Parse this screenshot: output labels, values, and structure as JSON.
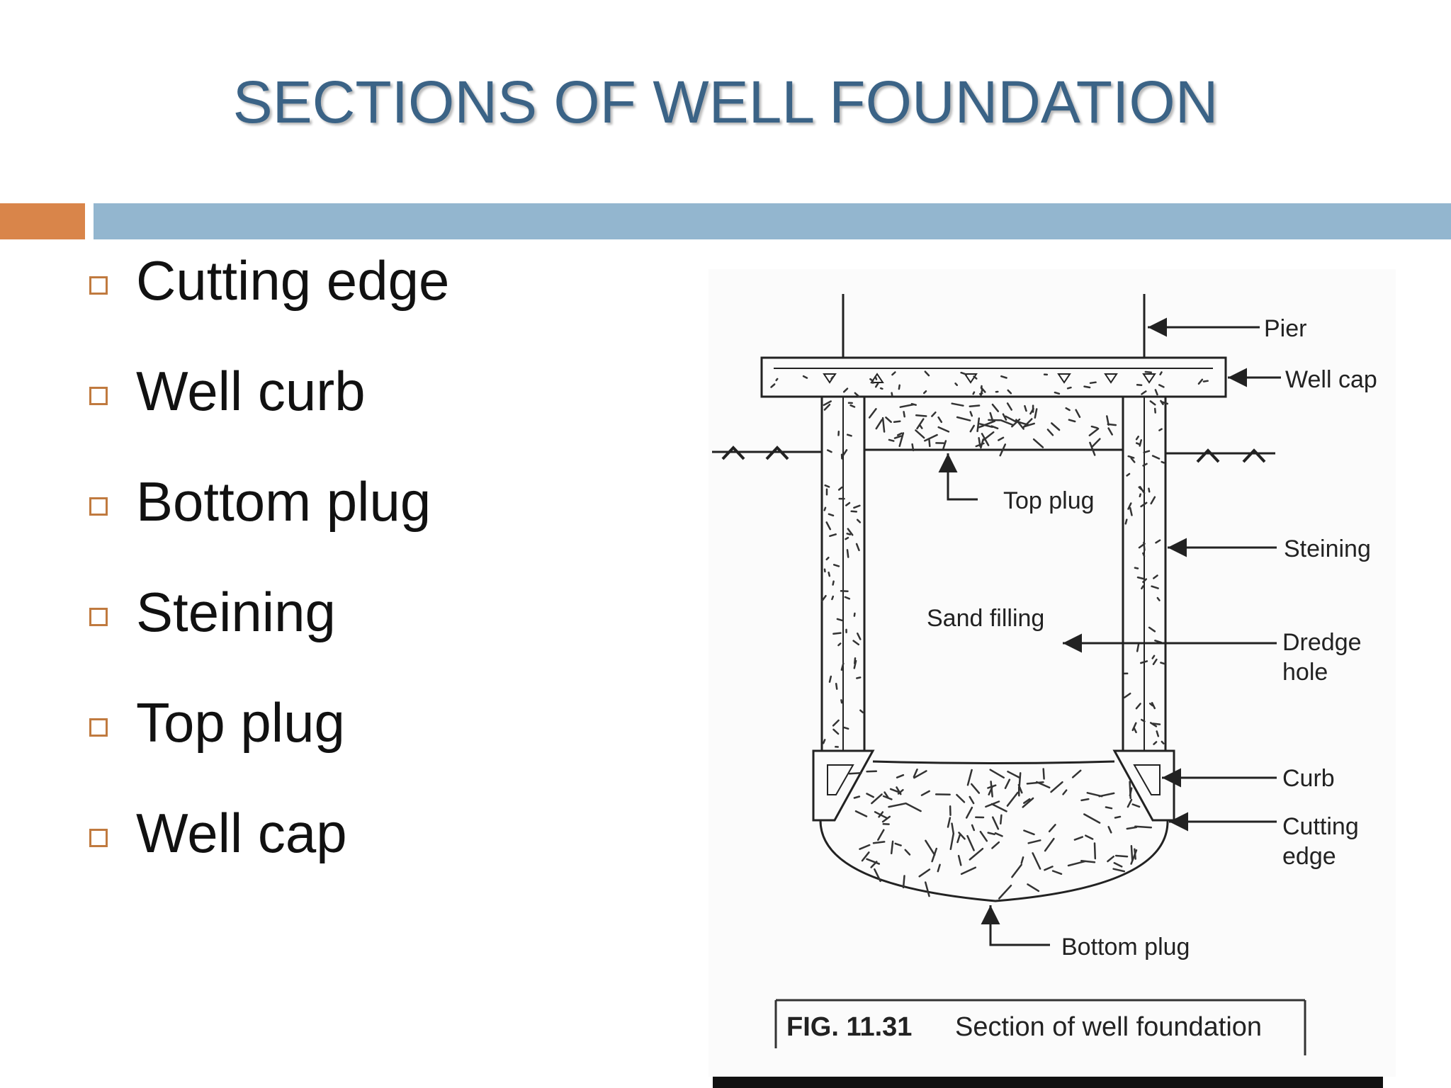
{
  "title": "SECTIONS OF WELL FOUNDATION",
  "colors": {
    "title": "#3b6386",
    "accent_orange": "#d9854a",
    "accent_blue": "#93b6cf",
    "bullet_marker": "#c07a3f"
  },
  "bullets": [
    "Cutting edge",
    "Well curb",
    "Bottom plug",
    "Steining",
    "Top plug",
    "Well cap"
  ],
  "diagram": {
    "labels": {
      "pier": "Pier",
      "well_cap": "Well cap",
      "top_plug": "Top plug",
      "steining": "Steining",
      "sand_filling": "Sand filling",
      "dredge_line1": "Dredge",
      "dredge_line2": "hole",
      "curb": "Curb",
      "cutting_line1": "Cutting",
      "cutting_line2": "edge",
      "bottom_plug": "Bottom plug"
    },
    "caption_number": "FIG. 11.31",
    "caption_text": "Section of well foundation"
  }
}
